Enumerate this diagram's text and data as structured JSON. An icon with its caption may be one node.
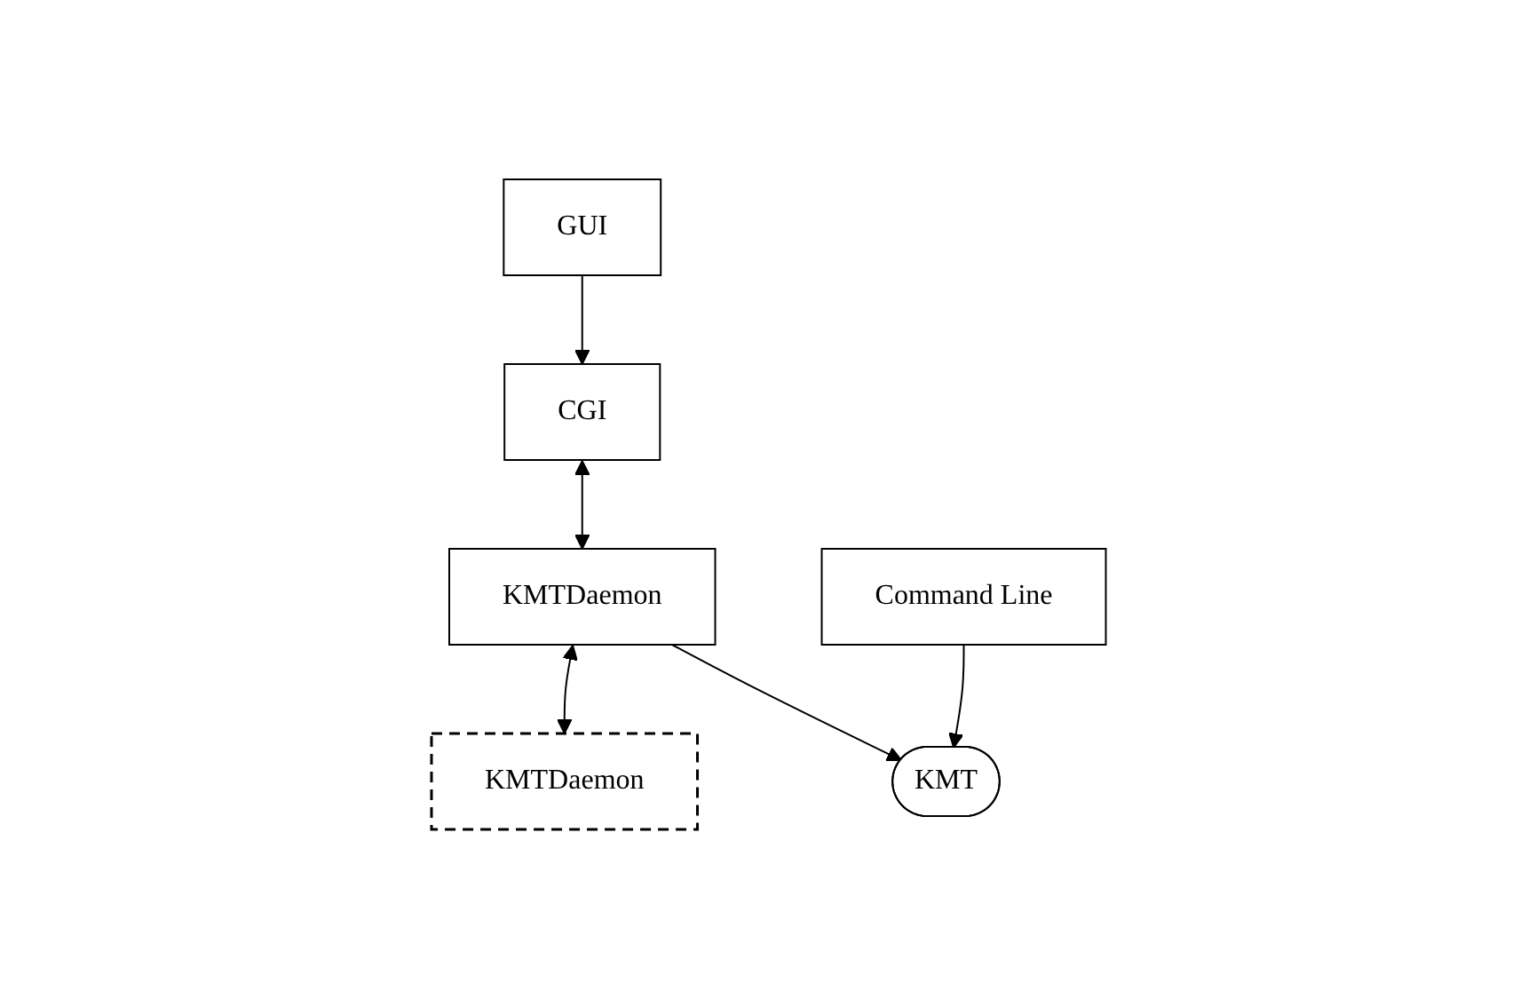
{
  "diagram": {
    "nodes": [
      {
        "text": [
          "Command Line"
        ]
      },
      {
        "text": [
          "GUI"
        ]
      },
      {
        "text": [
          "CGI"
        ]
      },
      {
        "text": [
          "KMTDaemon"
        ]
      },
      {
        "text": [
          "KMTDaemon"
        ]
      },
      {
        "text": [
          "KMT"
        ]
      }
    ],
    "edges": [
      {
        "from": 0,
        "to": 5,
        "arrow": "to"
      },
      {
        "from": 1,
        "to": 2,
        "arrow": "to"
      },
      {
        "from": 2,
        "to": 3,
        "arrow": "both"
      },
      {
        "from": 3,
        "to": 4,
        "arrow": "both"
      },
      {
        "from": 3,
        "to": 5,
        "arrow": "to"
      }
    ]
  }
}
